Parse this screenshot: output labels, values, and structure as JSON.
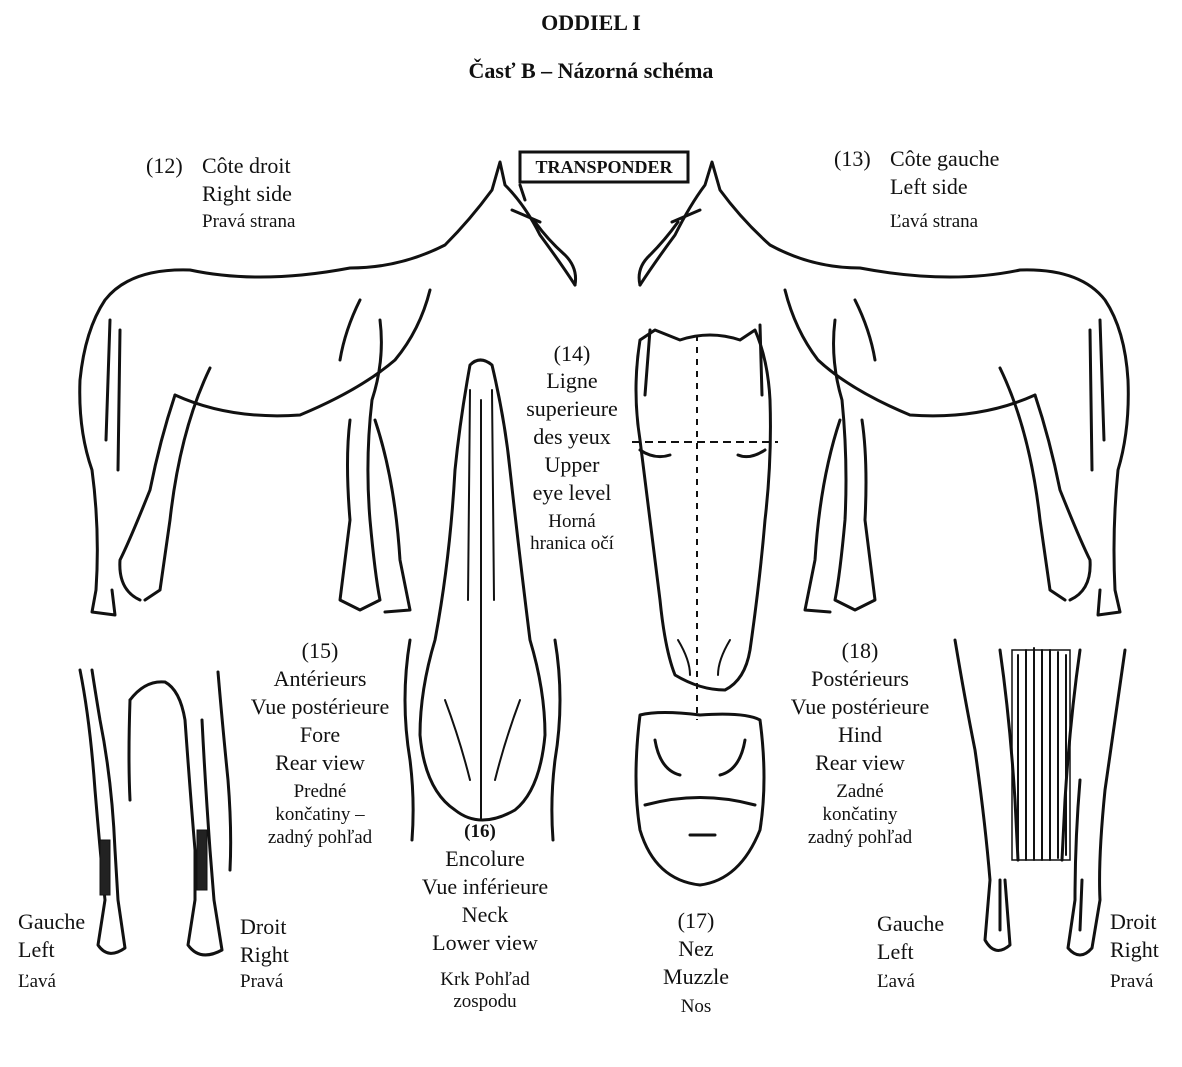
{
  "header": {
    "section": "ODDIEL I",
    "subtitle": "Časť B – Názorná schéma"
  },
  "transponder": "TRANSPONDER",
  "right_side": {
    "num": "(12)",
    "fr": "Côte droit",
    "en": "Right side",
    "sk": "Pravá strana"
  },
  "left_side": {
    "num": "(13)",
    "fr": "Côte gauche",
    "en": "Left side",
    "sk": "Ľavá strana"
  },
  "eye_level": {
    "num": "(14)",
    "fr1": "Ligne",
    "fr2": "superieure",
    "fr3": "des yeux",
    "en1": "Upper",
    "en2": "eye level",
    "sk1": "Horná",
    "sk2": "hranica očí"
  },
  "fore_legs": {
    "num": "(15)",
    "fr1": "Antérieurs",
    "fr2": "Vue postérieure",
    "en1": "Fore",
    "en2": "Rear view",
    "sk1": "Predné",
    "sk2": "končatiny –",
    "sk3": "zadný pohľad"
  },
  "neck": {
    "num": "(16)",
    "fr1": "Encolure",
    "fr2": "Vue inférieure",
    "en1": "Neck",
    "en2": "Lower view",
    "sk1": "Krk Pohľad",
    "sk2": "zospodu"
  },
  "muzzle": {
    "num": "(17)",
    "fr": "Nez",
    "en": "Muzzle",
    "sk": "Nos"
  },
  "hind_legs": {
    "num": "(18)",
    "fr1": "Postérieurs",
    "fr2": "Vue postérieure",
    "en1": "Hind",
    "en2": "Rear view",
    "sk1": "Zadné",
    "sk2": "končatiny",
    "sk3": "zadný pohľad"
  },
  "fore_left": {
    "fr": "Gauche",
    "en": "Left",
    "sk": "Ľavá"
  },
  "fore_right": {
    "fr": "Droit",
    "en": "Right",
    "sk": "Pravá"
  },
  "hind_left": {
    "fr": "Gauche",
    "en": "Left",
    "sk": "Ľavá"
  },
  "hind_right": {
    "fr": "Droit",
    "en": "Right",
    "sk": "Pravá"
  }
}
